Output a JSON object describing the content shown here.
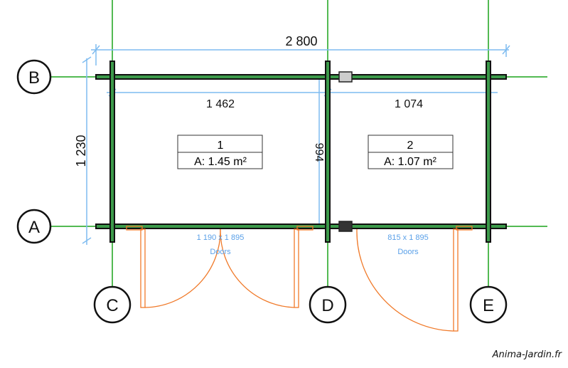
{
  "grid_labels": {
    "B": "B",
    "A": "A",
    "C": "C",
    "D": "D",
    "E": "E"
  },
  "dimensions": {
    "overall_width": "2 800",
    "overall_depth": "1 230",
    "room1_width": "1 462",
    "room2_width": "1 074",
    "inner_depth": "994"
  },
  "rooms": [
    {
      "number": "1",
      "area": "A: 1.45 m²"
    },
    {
      "number": "2",
      "area": "A: 1.07 m²"
    }
  ],
  "doors": [
    {
      "size": "1 190 x 1 895",
      "label": "Doors"
    },
    {
      "size": "815 x 1 895",
      "label": "Doors"
    }
  ],
  "watermark": "Anima-Jardin.fr",
  "colors": {
    "grid": "#1aa31a",
    "wall_fill": "#3c9a4a",
    "dimension": "#7fbcf0",
    "door": "#f07a2a",
    "door_text": "#5aa0e8"
  }
}
